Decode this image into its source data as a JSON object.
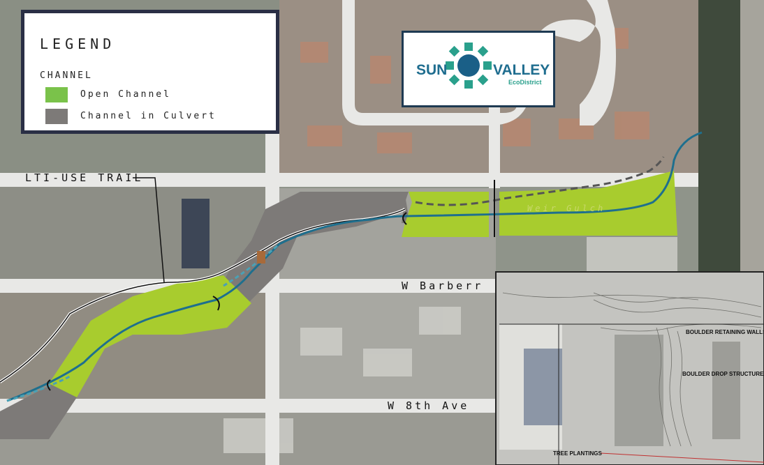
{
  "legend": {
    "title": "LEGEND",
    "section": "CHANNEL",
    "items": [
      {
        "label": "Open Channel",
        "color": "#7ac24a"
      },
      {
        "label": "Channel in Culvert",
        "color": "#7d7a78"
      }
    ]
  },
  "logo": {
    "word1": "SUN",
    "word2": "VALLEY",
    "tagline": "EcoDistrict",
    "colors": {
      "ring": "#2aa08c",
      "center": "#1a5f87"
    }
  },
  "map_labels": {
    "trail": "LTI-USE TRAIL",
    "street1": "W Barberr",
    "street2": "W 8th Ave",
    "channel_text": "Weir Gulch"
  },
  "detail_labels": {
    "retaining": "BOULDER RETAINING WALLS",
    "drop": "BOULDER DROP STRUCTURES",
    "trees": "TREE PLANTINGS"
  },
  "colors": {
    "open_channel": "#a8cc2e",
    "culvert": "#7d7a78",
    "stream": "#1e6f8e",
    "road": "#e8e8e6"
  }
}
